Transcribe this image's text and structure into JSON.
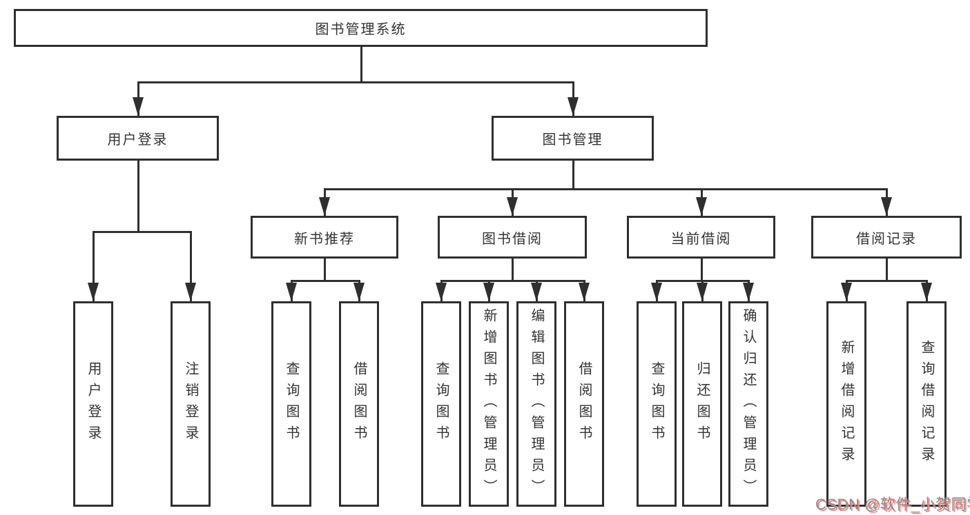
{
  "colors": {
    "line": "#2f2f2f",
    "text": "#333333",
    "background": "#ffffff",
    "watermark": "#8e8e8e",
    "watermark_shadow": "#fa8080"
  },
  "watermark": {
    "text": "CSDN @软件_小贺同学"
  },
  "diagram": {
    "root": {
      "label": "图书管理系统",
      "children": [
        {
          "label": "用户登录",
          "children": [
            {
              "label": "用户登录"
            },
            {
              "label": "注销登录"
            }
          ]
        },
        {
          "label": "图书管理",
          "children": [
            {
              "label": "新书推荐",
              "children": [
                {
                  "label": "查询图书"
                },
                {
                  "label": "借阅图书"
                }
              ]
            },
            {
              "label": "图书借阅",
              "children": [
                {
                  "label": "查询图书"
                },
                {
                  "label": "新增图书（管理员）"
                },
                {
                  "label": "编辑图书（管理员）"
                },
                {
                  "label": "借阅图书"
                }
              ]
            },
            {
              "label": "当前借阅",
              "children": [
                {
                  "label": "查询图书"
                },
                {
                  "label": "归还图书"
                },
                {
                  "label": "确认归还（管理员）"
                }
              ]
            },
            {
              "label": "借阅记录",
              "children": [
                {
                  "label": "新增借阅记录"
                },
                {
                  "label": "查询借阅记录"
                }
              ]
            }
          ]
        }
      ]
    }
  }
}
